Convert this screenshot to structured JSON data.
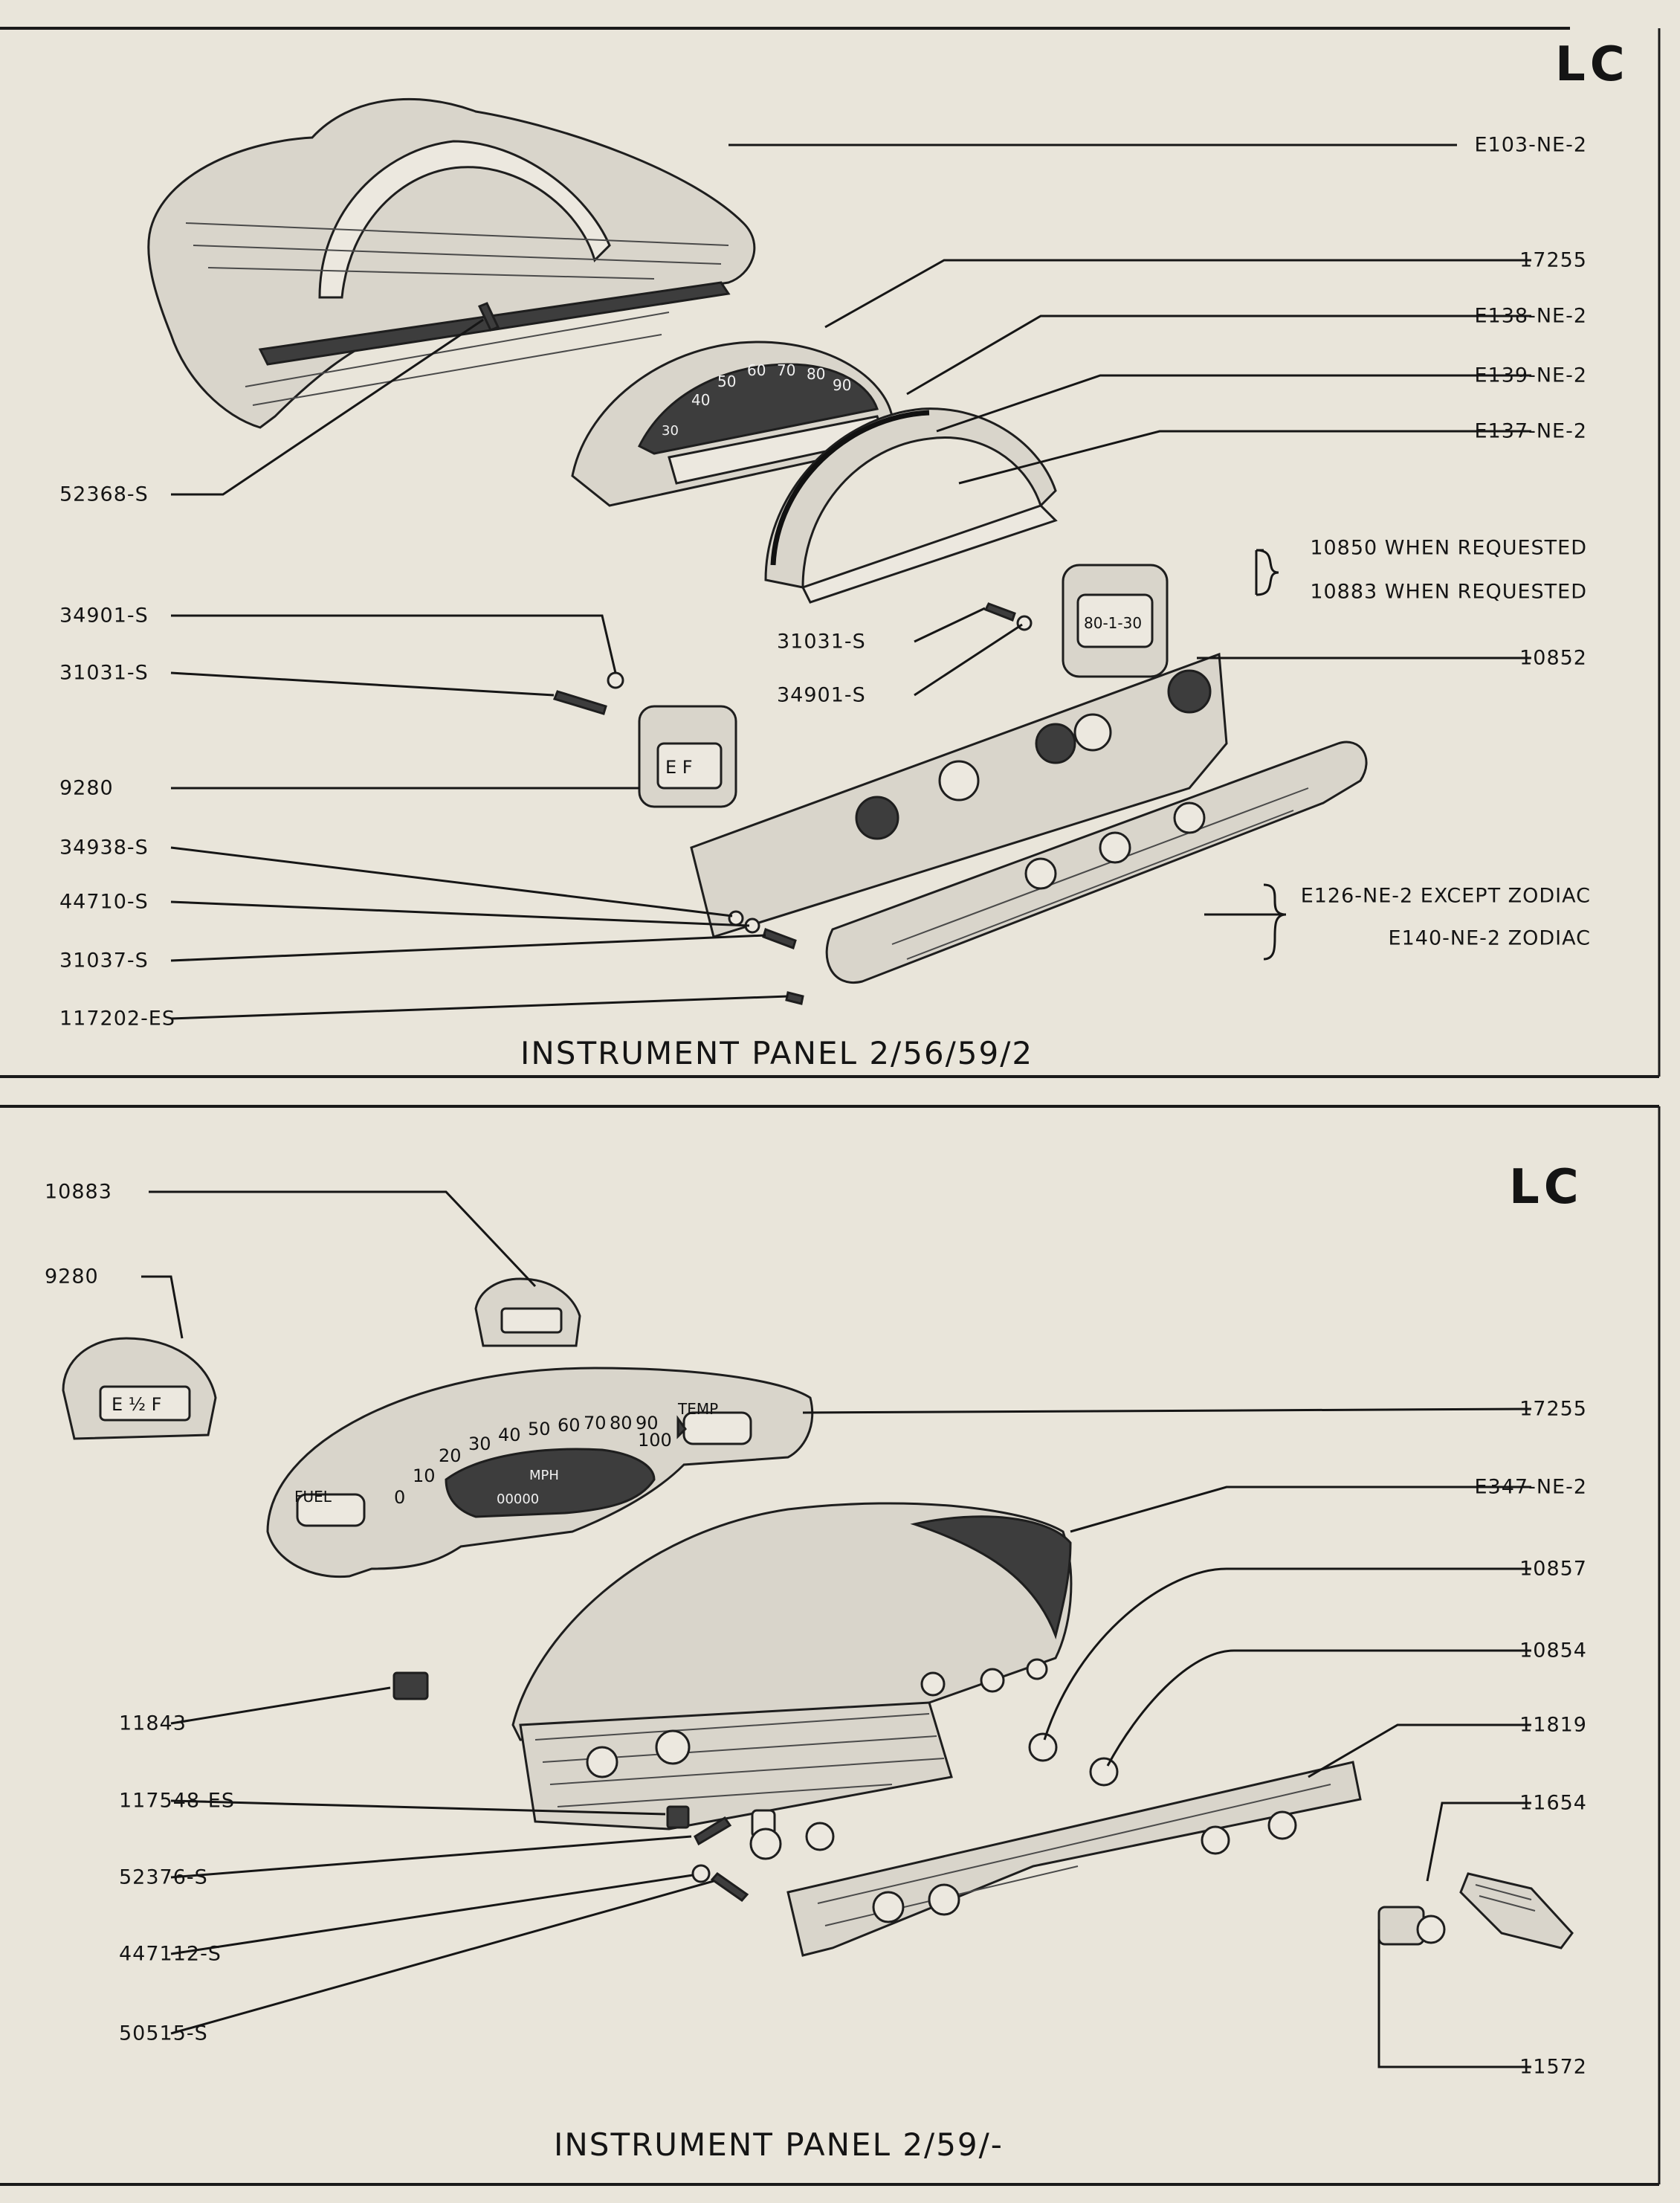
{
  "header_text": "LC",
  "panels": [
    {
      "id": "top",
      "code": "LC",
      "caption": "INSTRUMENT PANEL 2/56/59/2",
      "callouts_right": [
        {
          "label": "E103-NE-2"
        },
        {
          "label": "17255"
        },
        {
          "label": "E138-NE-2"
        },
        {
          "label": "E139-NE-2"
        },
        {
          "label": "E137-NE-2"
        },
        {
          "label": "10850 WHEN REQUESTED"
        },
        {
          "label": "10883 WHEN REQUESTED"
        },
        {
          "label": "10852"
        },
        {
          "label": "E126-NE-2 EXCEPT ZODIAC"
        },
        {
          "label": "E140-NE-2 ZODIAC"
        }
      ],
      "callouts_left": [
        {
          "label": "52368-S"
        },
        {
          "label": "34901-S"
        },
        {
          "label": "31031-S"
        },
        {
          "label": "9280"
        },
        {
          "label": "34938-S"
        },
        {
          "label": "44710-S"
        },
        {
          "label": "31037-S"
        },
        {
          "label": "117202-ES"
        }
      ],
      "callouts_center": [
        {
          "label": "31031-S"
        },
        {
          "label": "34901-S"
        }
      ],
      "gauge_markings": {
        "speedo": [
          "30",
          "40",
          "50",
          "60",
          "70",
          "80",
          "90"
        ],
        "fuel": "E  F",
        "clock": "80-1-30"
      }
    },
    {
      "id": "bottom",
      "code": "LC",
      "caption": "INSTRUMENT PANEL 2/59/-",
      "callouts_right": [
        {
          "label": "17255"
        },
        {
          "label": "E347-NE-2"
        },
        {
          "label": "10857"
        },
        {
          "label": "10854"
        },
        {
          "label": "11819"
        },
        {
          "label": "11654"
        },
        {
          "label": "11572"
        }
      ],
      "callouts_left": [
        {
          "label": "10883"
        },
        {
          "label": "9280"
        },
        {
          "label": "11843"
        },
        {
          "label": "117548-ES"
        },
        {
          "label": "52376-S"
        },
        {
          "label": "447112-S"
        },
        {
          "label": "50515-S"
        }
      ],
      "gauge_markings": {
        "speedo": [
          "10",
          "20",
          "30",
          "40",
          "50",
          "60",
          "70",
          "80",
          "90",
          "100"
        ],
        "zero": "0",
        "unit": "MPH",
        "odometer": "00000",
        "fuel_label": "FUEL",
        "temp_label": "TEMP",
        "fuel_gauge": "E ½ F"
      }
    }
  ]
}
